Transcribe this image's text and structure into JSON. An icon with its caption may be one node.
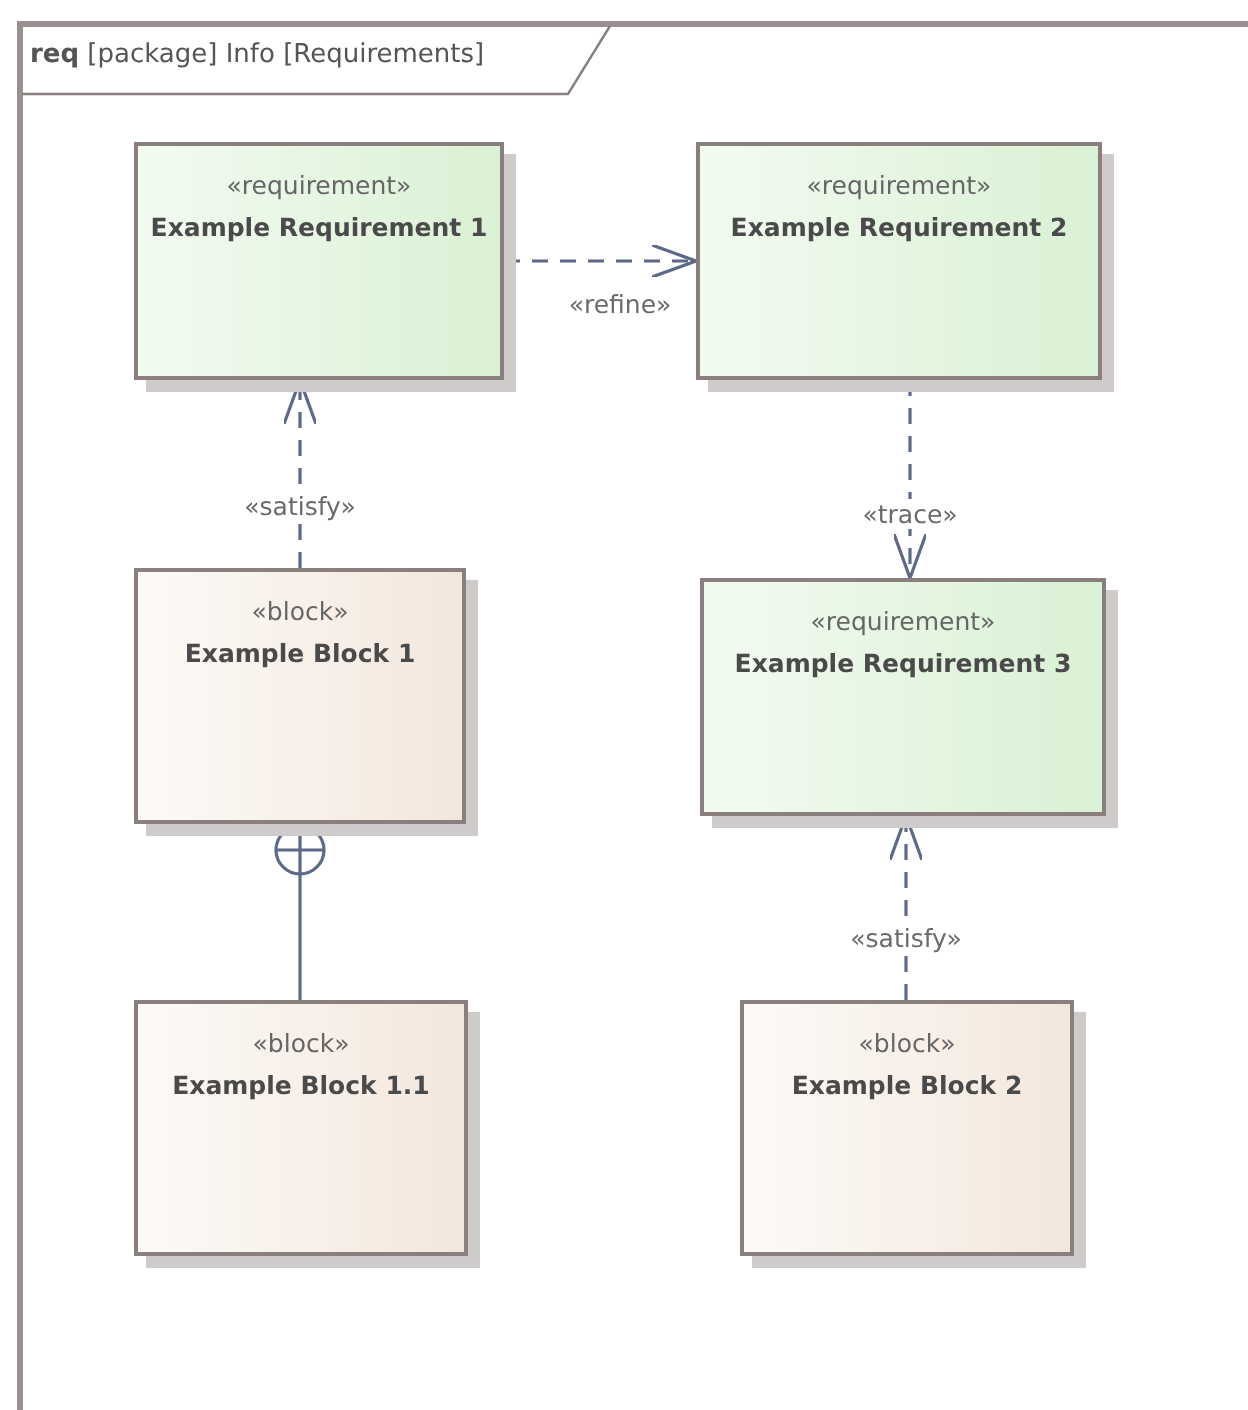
{
  "diagram": {
    "title": "**req** [package] Info [Requirements]",
    "nodes": [
      {
        "text": [
          "«requirement»",
          "Example Requirement 1"
        ]
      },
      {
        "text": [
          "«requirement»",
          "Example Requirement 2"
        ]
      },
      {
        "text": [
          "«block»",
          "Example Block 1"
        ]
      },
      {
        "text": [
          "«requirement»",
          "Example Requirement 3"
        ]
      },
      {
        "text": [
          "«block»",
          "Example Block 1.1"
        ]
      },
      {
        "text": [
          "«block»",
          "Example Block 2"
        ]
      }
    ],
    "edges": [
      {
        "from": 0,
        "to": 1,
        "arrow": "to",
        "style": "dashed",
        "label": "«refine»"
      },
      {
        "from": 2,
        "to": 0,
        "arrow": "to",
        "style": "dashed",
        "label": "«satisfy»"
      },
      {
        "from": 1,
        "to": 3,
        "arrow": "to",
        "style": "dashed",
        "label": "«trace»"
      },
      {
        "from": 5,
        "to": 3,
        "arrow": "to",
        "style": "dashed",
        "label": "«satisfy»"
      },
      {
        "from": 4,
        "to": 2,
        "arrow": "other"
      }
    ]
  }
}
